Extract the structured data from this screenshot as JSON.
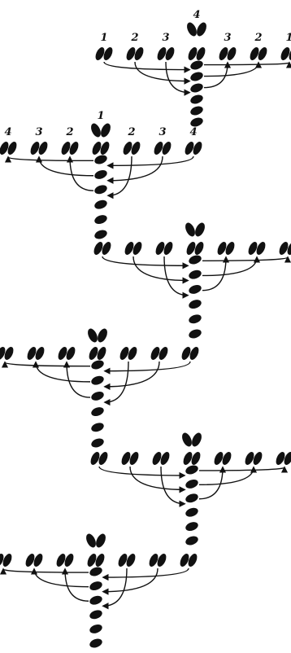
{
  "figure": {
    "motif_count": 6,
    "orientations": [
      "right",
      "left",
      "right",
      "left",
      "right",
      "left"
    ],
    "numbered_motifs": [
      0,
      1
    ],
    "number_labels": {
      "motif_1": [
        "1",
        "2",
        "3",
        "4",
        "3",
        "2",
        "1"
      ],
      "motif_2": [
        "4",
        "3",
        "2",
        "1",
        "2",
        "3",
        "4"
      ]
    },
    "colors": {
      "ink": "#111111",
      "background": "#ffffff"
    }
  }
}
